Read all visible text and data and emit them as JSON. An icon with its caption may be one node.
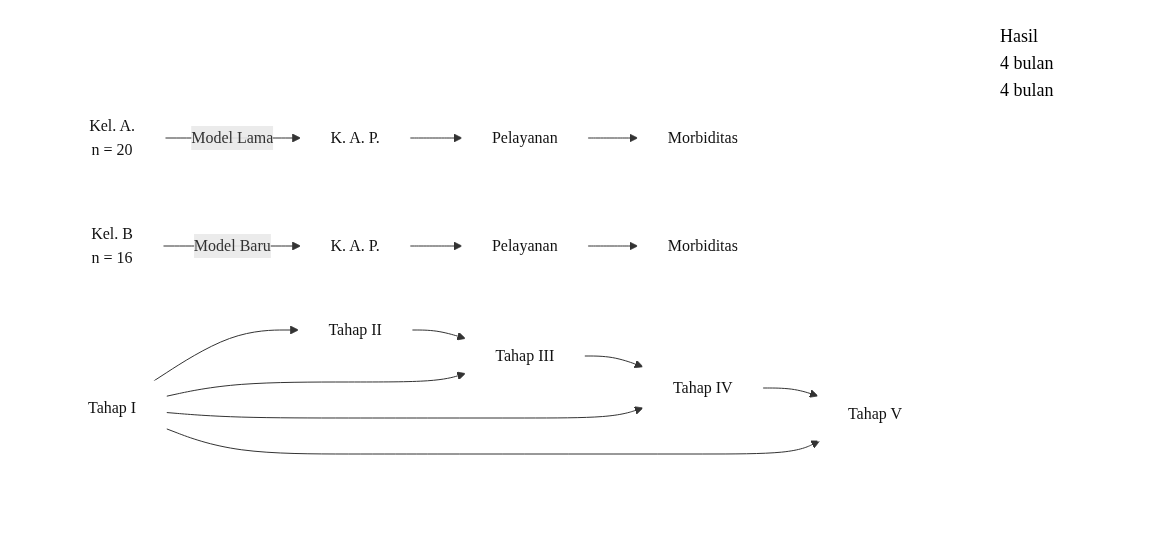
{
  "diagram": {
    "nodes": [
      {
        "text": [
          "Kel. A.",
          "n = 20"
        ]
      },
      {
        "text": [
          "K. A. P."
        ]
      },
      {
        "text": [
          "Pelayanan"
        ]
      },
      {
        "text": [
          "Morbiditas"
        ]
      },
      {
        "text": [
          "Kel. B",
          "n = 16"
        ]
      },
      {
        "text": [
          "K. A. P."
        ]
      },
      {
        "text": [
          "Pelayanan"
        ]
      },
      {
        "text": [
          "Morbiditas"
        ]
      },
      {
        "text": [
          "Tahap I"
        ]
      },
      {
        "text": [
          "Tahap II"
        ]
      },
      {
        "text": [
          "Tahap III"
        ]
      },
      {
        "text": [
          "Tahap IV"
        ]
      },
      {
        "text": [
          "Tahap V"
        ]
      }
    ],
    "edges": [
      {
        "from": 0,
        "to": 1,
        "arrow": "to",
        "label": "Model Lama"
      },
      {
        "from": 1,
        "to": 2,
        "arrow": "to"
      },
      {
        "from": 2,
        "to": 3,
        "arrow": "to"
      },
      {
        "from": 4,
        "to": 5,
        "arrow": "to",
        "label": "Model Baru"
      },
      {
        "from": 5,
        "to": 6,
        "arrow": "to"
      },
      {
        "from": 6,
        "to": 7,
        "arrow": "to"
      },
      {
        "from": 8,
        "to": 9,
        "arrow": "to"
      },
      {
        "from": 9,
        "to": 10,
        "arrow": "to"
      },
      {
        "from": 10,
        "to": 11,
        "arrow": "to"
      },
      {
        "from": 11,
        "to": 12,
        "arrow": "to"
      },
      {
        "from": 8,
        "to": 10,
        "arrow": "to"
      },
      {
        "from": 8,
        "to": 11,
        "arrow": "to"
      },
      {
        "from": 8,
        "to": 12,
        "arrow": "to"
      }
    ],
    "labels": [
      "Hasil",
      "4 bulan",
      "4 bulan"
    ]
  }
}
